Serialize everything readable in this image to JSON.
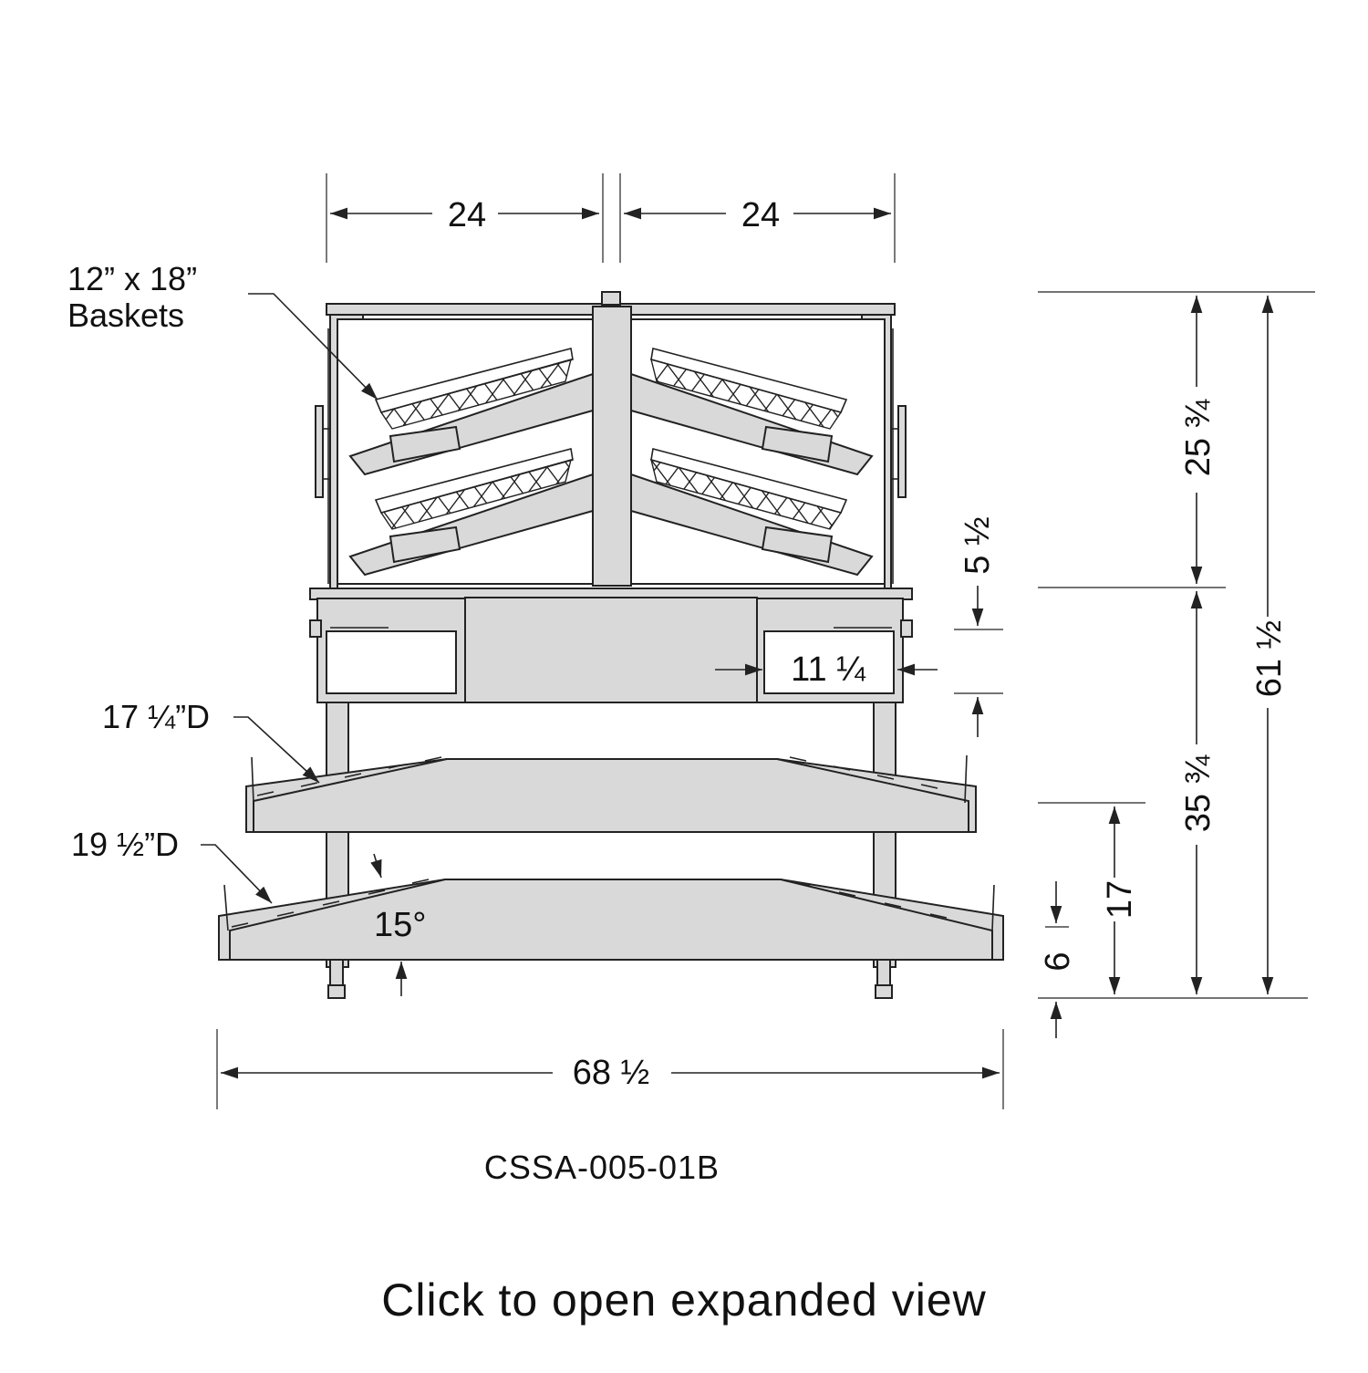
{
  "drawing": {
    "model": "CSSA-005-01B",
    "baskets_label_line1": "12” x 18”",
    "baskets_label_line2": "Baskets",
    "shelf_upper_label": "17 ¼”D",
    "shelf_lower_label": "19 ½”D",
    "angle_label": "15°"
  },
  "dimensions": {
    "width_left": "24",
    "width_right": "24",
    "overall_width": "68 ½",
    "drawer_width": "11 ¼",
    "case_height": "25 ¾",
    "drawer_height": "5 ½",
    "overall_height": "61 ½",
    "counter_height": "35 ¾",
    "shelf_height": "17",
    "foot_height": "6"
  },
  "actions": {
    "open_expanded": "Click to open expanded view"
  }
}
